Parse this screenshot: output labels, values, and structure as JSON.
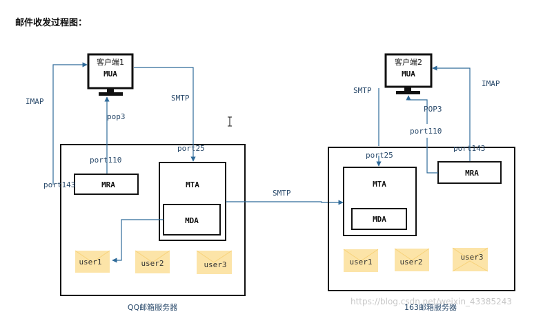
{
  "title": "邮件收发过程图：",
  "qq": {
    "client": {
      "name": "客户端1",
      "role": "MUA"
    },
    "server_label": "QQ邮箱服务器",
    "mra": "MRA",
    "mta": "MTA",
    "mda": "MDA",
    "users": [
      "user1",
      "user2",
      "user3"
    ],
    "imap_label": "IMAP",
    "pop3_label": "pop3",
    "smtp_label": "SMTP",
    "port143": "port143",
    "port110": "port110",
    "port25": "port25"
  },
  "link_smtp": "SMTP",
  "n163": {
    "client": {
      "name": "客户端2",
      "role": "MUA"
    },
    "server_label": "163邮箱服务器",
    "mra": "MRA",
    "mta": "MTA",
    "mda": "MDA",
    "users": [
      "user1",
      "user2",
      "user3"
    ],
    "smtp_label": "SMTP",
    "pop3_label": "POP3",
    "imap_label": "IMAP",
    "port25": "port25",
    "port110": "port110",
    "port143": "port143"
  },
  "watermark": "https://blog.csdn.net/weixin_43385243",
  "colors": {
    "arrow": "#2e6a99",
    "envelope": "#fce4a8",
    "box": "#111111"
  }
}
